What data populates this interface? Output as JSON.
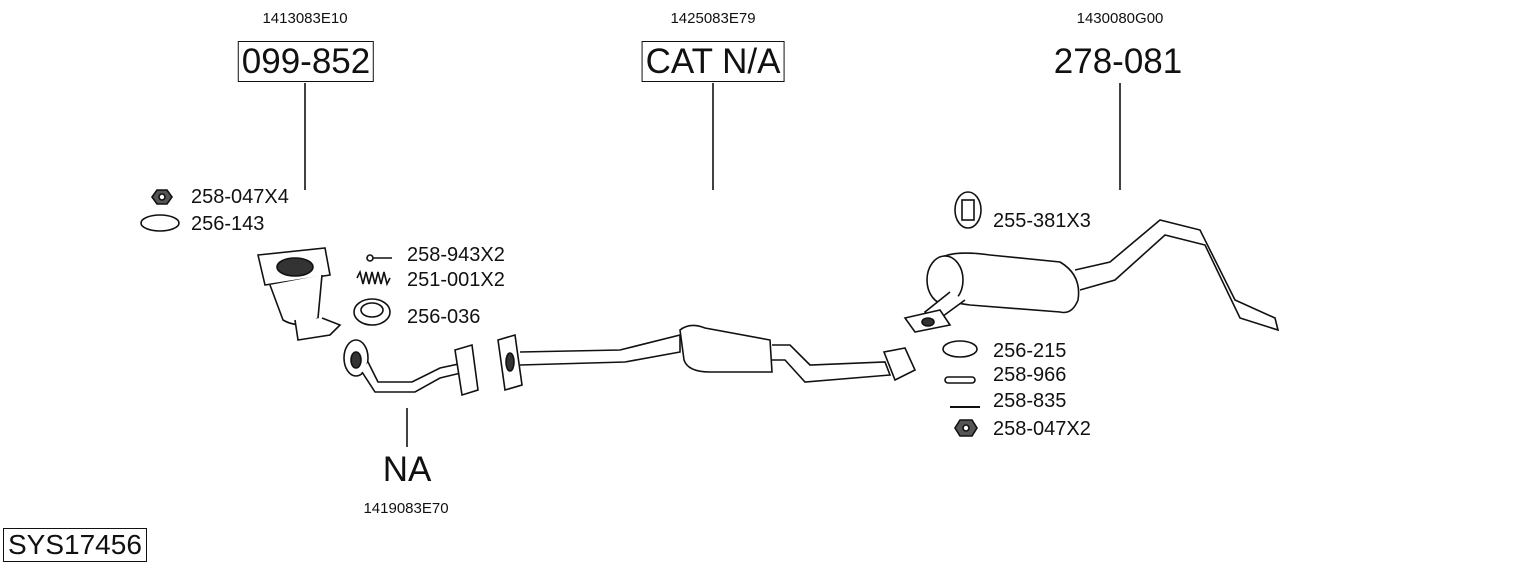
{
  "groups": [
    {
      "oe": "1413083E10",
      "part": "099-852",
      "boxed": true
    },
    {
      "oe": "1425083E79",
      "part": "CAT N/A",
      "boxed": true
    },
    {
      "oe": "1430080G00",
      "part": "278-081",
      "boxed": false
    },
    {
      "oe": "1419083E70",
      "part": "NA",
      "boxed": false
    }
  ],
  "accessories": [
    "258-047X4",
    "256-143",
    "258-943X2",
    "251-001X2",
    "256-036",
    "255-381X3",
    "256-215",
    "258-966",
    "258-835",
    "258-047X2"
  ],
  "system_id": "SYS17456"
}
